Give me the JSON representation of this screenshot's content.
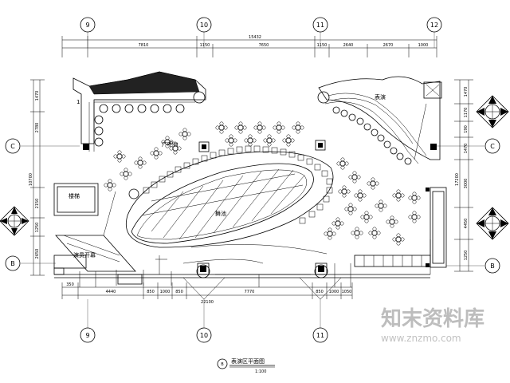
{
  "axes": {
    "top": [
      "9",
      "10",
      "11",
      "12"
    ],
    "bottom": [
      "9",
      "10",
      "11"
    ],
    "left": [
      "C",
      "B"
    ],
    "right": [
      "C",
      "B"
    ]
  },
  "dims": {
    "top_total": "15432",
    "top_segments": [
      "7810",
      "1150",
      "7650",
      "1150",
      "2640",
      "2670",
      "1000"
    ],
    "bottom_total": "22100",
    "bottom_segments": [
      "350",
      "4440",
      "850",
      "1000",
      "850",
      "7770",
      "850",
      "1000",
      "1050"
    ],
    "left": [
      "1470",
      "2780",
      "10700",
      "2150",
      "1250",
      "2650"
    ],
    "right": [
      "1470",
      "1170",
      "190",
      "1470",
      "3000",
      "17200",
      "4450",
      "1250"
    ]
  },
  "labels": {
    "bar": "广吧台",
    "stage": "舞池",
    "pit": "演员开幕",
    "booth": "表演",
    "stairs": "楼梯",
    "title": "表演区平面图",
    "scale": "1:100",
    "letter_b": "B"
  },
  "watermark": {
    "brand": "知末资料库",
    "url": "www.znzmo.com"
  }
}
